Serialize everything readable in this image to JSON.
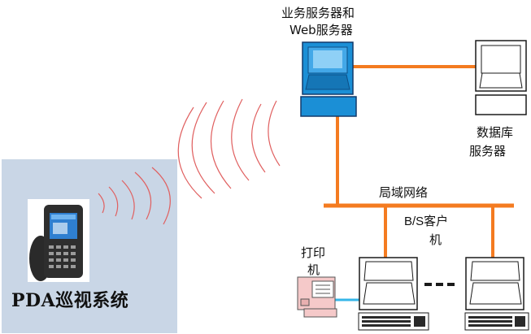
{
  "labels": {
    "app_server_line1": "业务服务器和",
    "app_server_line2": "Web服务器",
    "db_server_line1": "数据库",
    "db_server_line2": "服务器",
    "lan": "局域网络",
    "bs_client_line1": "B/S客户",
    "bs_client_line2": "机",
    "printer_line1": "打印",
    "printer_line2": "机",
    "pda_system": "PDA巡视系统",
    "ellipsis": "…"
  },
  "colors": {
    "network_line": "#f47b20",
    "monitor_blue": "#1b8fd6",
    "monitor_dark": "#1a1a1a",
    "pda_panel": "#c9d6e6",
    "wireless_arc": "#e06060",
    "printer_cable": "#35b6e8",
    "printer_body": "#f5c9c9"
  },
  "icons": {
    "app_server": "computer-monitor-icon",
    "db_server": "computer-monitor-icon",
    "client": "computer-monitor-icon",
    "printer": "printer-icon",
    "pda": "pda-handheld-icon"
  }
}
